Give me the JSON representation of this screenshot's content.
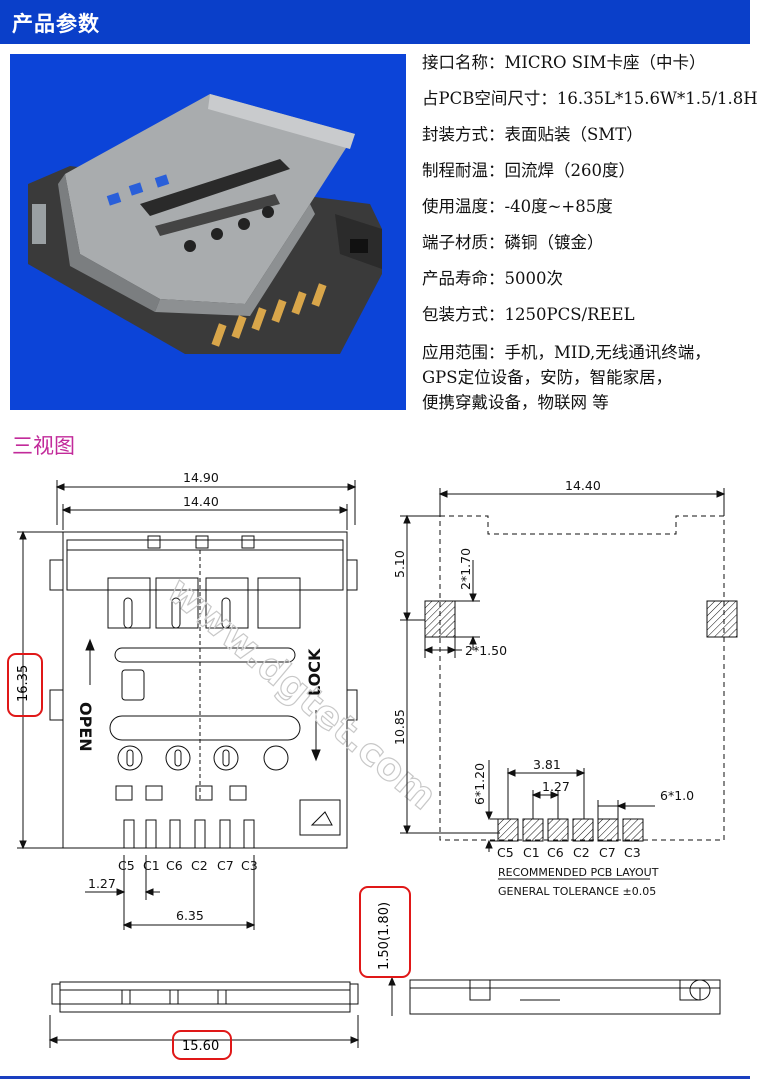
{
  "header": {
    "title": "产品参数"
  },
  "specs": [
    {
      "label": "接口名称：",
      "value": "MICRO SIM卡座（中卡）"
    },
    {
      "label": "占PCB空间尺寸：",
      "value": "16.35L*15.6W*1.5/1.8H"
    },
    {
      "label": "封装方式：",
      "value": "表面贴装（SMT）"
    },
    {
      "label": "制程耐温：",
      "value": "回流焊（260度）"
    },
    {
      "label": "使用温度：",
      "value": "-40度~+85度"
    },
    {
      "label": "端子材质：",
      "value": "磷铜（镀金）"
    },
    {
      "label": "产品寿命：",
      "value": "5000次"
    },
    {
      "label": "包装方式：",
      "value": "1250PCS/REEL"
    }
  ],
  "application": {
    "label": "应用范围：",
    "lines": [
      "手机，MID,无线通讯终端，",
      "GPS定位设备，安防，智能家居，",
      "便携穿戴设备，物联网 等"
    ]
  },
  "section": {
    "title": "三视图"
  },
  "top_view": {
    "dim_width_outer": "14.90",
    "dim_width_inner": "14.40",
    "dim_height": "16.35",
    "label_lock": "LOCK",
    "label_open": "OPEN",
    "pins": [
      "C5",
      "C1",
      "C6",
      "C2",
      "C7",
      "C3"
    ],
    "dim_pitch": "1.27",
    "dim_span": "6.35"
  },
  "pcb_layout": {
    "dim_width": "14.40",
    "dim_510": "5.10",
    "dim_pad_h": "2*1.70",
    "dim_pad_w": "2*1.50",
    "dim_1085": "10.85",
    "dim_381": "3.81",
    "dim_127": "1.27",
    "dim_pin_h": "6*1.20",
    "dim_pin_w": "6*1.0",
    "pins": [
      "C5",
      "C1",
      "C6",
      "C2",
      "C7",
      "C3"
    ],
    "title": "RECOMMENDED PCB LAYOUT",
    "tolerance": "GENERAL TOLERANCE ±0.05"
  },
  "side_view": {
    "dim_height": "1.50(1.80)",
    "dim_length": "15.60"
  },
  "watermark": "www.dgtet.com",
  "colors": {
    "header": "#0a3fc9",
    "section": "#c22a9a",
    "highlight": "#e01818"
  }
}
